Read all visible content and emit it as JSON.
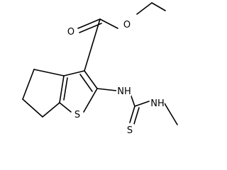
{
  "molecule": {
    "atoms": {
      "ester_oxygen": "O",
      "carbonyl_oxygen": "O",
      "ring_sulfur": "S",
      "amine_nitrogen": "NH",
      "thiocarbonyl_sulfur": "S",
      "methylamine_nitrogen": "NH"
    },
    "colors": {
      "bond": "#000000",
      "label": "#000000",
      "background": "#ffffff"
    }
  }
}
